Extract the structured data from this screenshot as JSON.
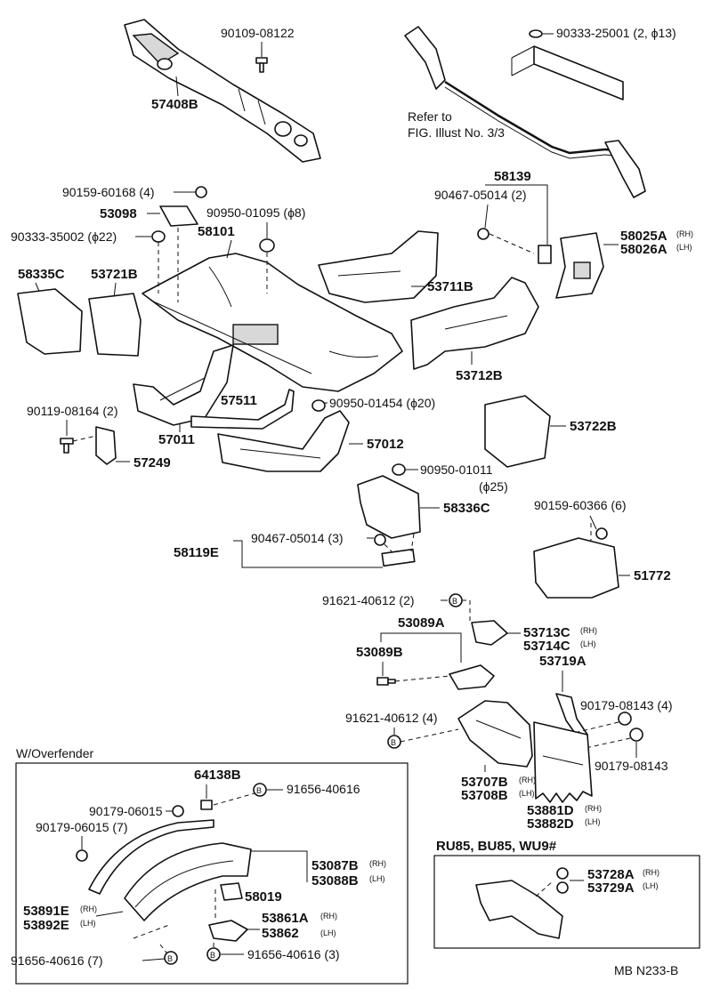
{
  "labels": {
    "p57408B": "57408B",
    "p90109_08122": "90109-08122",
    "p90333_25001": "90333-25001 (2, ϕ13)",
    "refer1": "Refer to",
    "refer2": "FIG. Illust No. 3/3",
    "p58139": "58139",
    "p90467_05014_2": "90467-05014 (2)",
    "p58025A": "58025A",
    "p58026A": "58026A",
    "rh": "(RH)",
    "lh": "(LH)",
    "p90159_60168": "90159-60168 (4)",
    "p53098": "53098",
    "p90950_01095": "90950-01095 (ϕ8)",
    "p90333_35002": "90333-35002 (ϕ22)",
    "p58101": "58101",
    "p58335C": "58335C",
    "p53721B": "53721B",
    "p53711B": "53711B",
    "p53712B": "53712B",
    "p57511": "57511",
    "p90950_01454": "90950-01454 (ϕ20)",
    "p53722B": "53722B",
    "p90119_08164": "90119-08164 (2)",
    "p57011": "57011",
    "p57012": "57012",
    "p57249": "57249",
    "p90950_01011": "90950-01011",
    "phi25": "(ϕ25)",
    "p58336C": "58336C",
    "p90159_60366": "90159-60366 (6)",
    "p58119E": "58119E",
    "p90467_05014_3": "90467-05014 (3)",
    "p51772": "51772",
    "p91621_40612_2": "91621-40612 (2)",
    "p53089A": "53089A",
    "p53713C": "53713C",
    "p53714C": "53714C",
    "p53089B": "53089B",
    "p53719A": "53719A",
    "p90179_08143_4": "90179-08143 (4)",
    "p91621_40612_4": "91621-40612 (4)",
    "p90179_08143": "90179-08143",
    "w_overfender": "W/Overfender",
    "p64138B": "64138B",
    "p91656_40616": "91656-40616",
    "p90179_06015": "90179-06015",
    "p90179_06015_7": "90179-06015 (7)",
    "p53087B": "53087B",
    "p53088B": "53088B",
    "p58019": "58019",
    "p53891E": "53891E",
    "p53892E": "53892E",
    "p53861A": "53861A",
    "p53862": "53862",
    "p91656_40616_7": "91656-40616 (7)",
    "p91656_40616_3": "91656-40616 (3)",
    "p53707B": "53707B",
    "p53708B": "53708B",
    "p53881D": "53881D",
    "p53882D": "53882D",
    "ru85": "RU85, BU85, WU9#",
    "p53728A": "53728A",
    "p53729A": "53729A",
    "code": "MB N233-B",
    "b": "B"
  }
}
